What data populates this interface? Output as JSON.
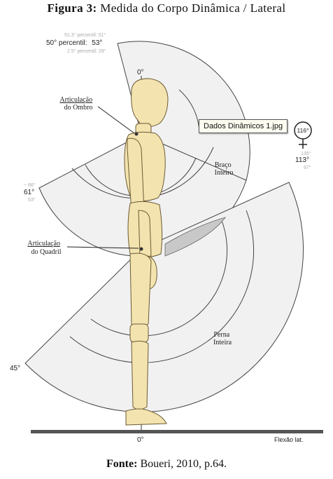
{
  "caption": {
    "figure_prefix": "Figura 3:",
    "figure_title": "Medida do Corpo Dinâmica / Lateral",
    "source_prefix": "Fonte:",
    "source_text": "Boueri, 2010, p.64."
  },
  "diagram": {
    "percentile_label": "50° percentil:",
    "percentile_value": "53°",
    "percentile_upper_faint": "51.3° percentil: 51°",
    "percentile_lower_faint": "2.5° percentil: 29°",
    "top_angle": "0°",
    "bottom_angle": "0°",
    "shoulder_joint": [
      "Articulação",
      "do Ombro"
    ],
    "hip_joint": [
      "Articulação",
      "do Quadril"
    ],
    "arm_label": [
      "Braço",
      "Inteiro"
    ],
    "leg_label": [
      "Perna",
      "Inteira"
    ],
    "angle_61": "61°",
    "angle_61_faint_top": "~ 66°",
    "angle_61_faint_bottom": "53°",
    "angle_116": "116°",
    "angle_113": "113°",
    "angle_113_faint_top": "135°",
    "angle_113_faint_bottom": "97°",
    "angle_45": "45°",
    "bottom_right_note": "Flexão lat."
  },
  "tooltip": {
    "text": "Dados Dinâmicos 1.jpg"
  },
  "colors": {
    "body_fill": "#f3e3ae",
    "body_stroke": "#6b5a34",
    "sector_fill": "#f1f1f1",
    "overlap_fill": "#c8c8c8",
    "floor": "#555555"
  }
}
